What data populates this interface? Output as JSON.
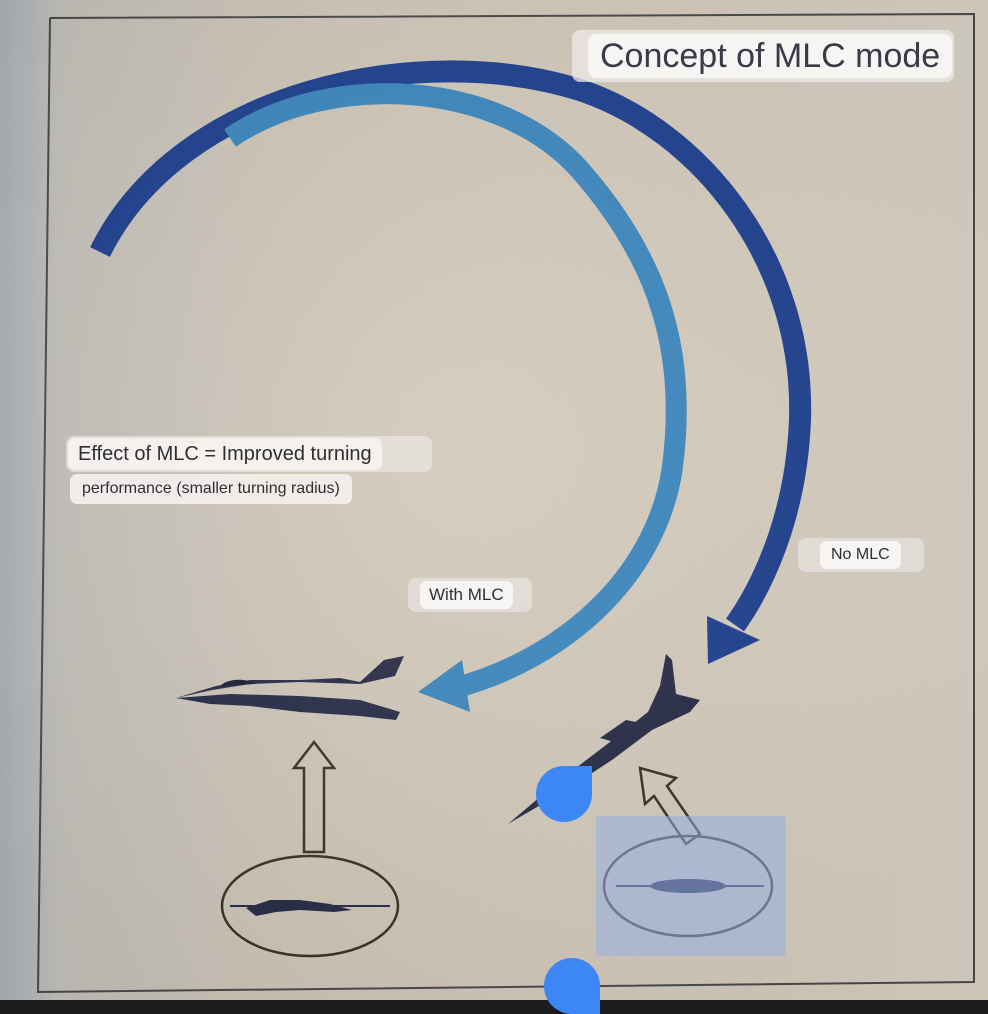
{
  "diagram": {
    "title": "Concept of MLC mode",
    "effect_line1": "Effect of MLC = Improved turning",
    "effect_line2": "performance (smaller turning radius)",
    "with_mlc": "With MLC",
    "no_mlc": "No MLC"
  },
  "colors": {
    "no_mlc_arc": "#1d3f8f",
    "with_mlc_arc": "#3b86bd",
    "aircraft": "#262b46",
    "outline": "#3a3026",
    "selection": "#96afe6",
    "handle": "#3d87f5"
  },
  "icons": [
    "fighter-jet-icon",
    "up-arrow-icon",
    "wing-cross-section-icon"
  ]
}
